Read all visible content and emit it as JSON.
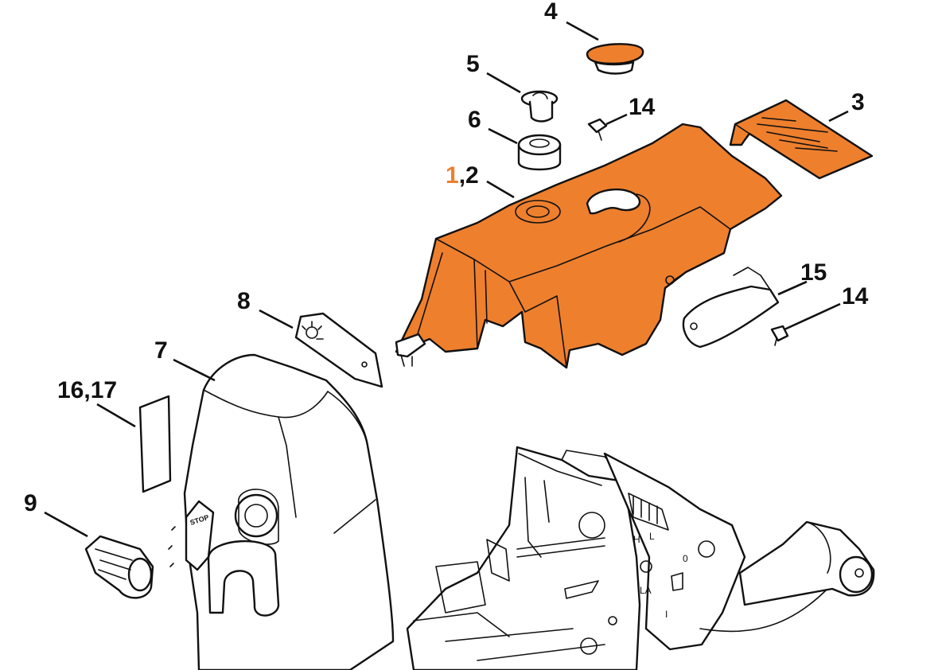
{
  "colors": {
    "highlight": "#ee7f2d",
    "line": "#111111",
    "paper": "#ffffff"
  },
  "callouts": {
    "c4": "4",
    "c5": "5",
    "c14a": "14",
    "c3": "3",
    "c6": "6",
    "c12_accent": "1",
    "c12_rest": ",2",
    "c15": "15",
    "c14b": "14",
    "c8": "8",
    "c7": "7",
    "c1617": "16,17",
    "c9": "9"
  },
  "parts": {
    "p1_2": "shroud",
    "p3": "cover-plate",
    "p4": "plug",
    "p5": "grommet",
    "p6": "sleeve",
    "p7": "carburetor-box-cover",
    "p8": "pictogram-plate",
    "p9": "knob",
    "p14": "screw",
    "p15": "protective-cap",
    "p16_17": "label"
  },
  "housing_marks": {
    "h": "H",
    "l": "L",
    "la": "LA",
    "zero": "0",
    "one": "I",
    "stop": "STOP"
  }
}
